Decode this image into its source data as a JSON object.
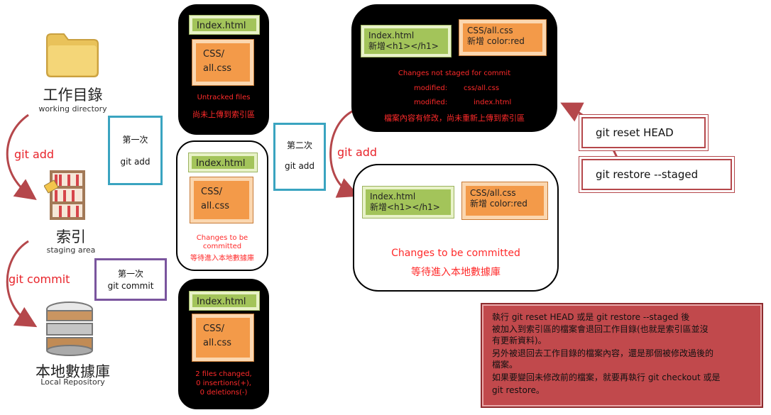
{
  "left": {
    "working_title": "工作目錄",
    "working_sub": "working directory",
    "staging_title": "索引",
    "staging_sub": "staging area",
    "repo_title": "本地數據庫",
    "repo_sub": "Local Repository",
    "git_add": "git add",
    "git_commit": "git commit"
  },
  "steps": {
    "first_add_title": "第一次",
    "first_add_cmd": "git add",
    "second_add_title": "第二次",
    "second_add_cmd": "git add",
    "first_commit_title": "第一次",
    "first_commit_cmd": "git commit"
  },
  "panel1": {
    "file_html": "Index.html",
    "file_css_line1": "CSS/",
    "file_css_line2": "all.css",
    "status_line1": "Untracked files",
    "status_line2": "尚未上傳到索引區"
  },
  "panel2": {
    "file_html": "Index.html",
    "file_css_line1": "CSS/",
    "file_css_line2": "all.css",
    "status_line1": "Changes to be",
    "status_line2": "committed",
    "status_line3": "等待進入本地數據庫"
  },
  "panel3": {
    "file_html": "Index.html",
    "file_css_line1": "CSS/",
    "file_css_line2": "all.css",
    "status_line1": "2 files changed,",
    "status_line2": "0 insertions(+),",
    "status_line3": "0 deletions(-)"
  },
  "panel_top_right": {
    "file_html_line1": "Index.html",
    "file_html_line2": "新增<h1></h1>",
    "file_css_line1": "CSS/all.css",
    "file_css_line2": "新增 color:red",
    "status_line1": "Changes not staged for commit",
    "status_line2_key": "modified:",
    "status_line2_val": "css/all.css",
    "status_line3_key": "modified:",
    "status_line3_val": "index.html",
    "status_line4": "檔案內容有修改，尚未重新上傳到索引區"
  },
  "panel_mid_right": {
    "git_add": "git add",
    "file_html_line1": "Index.html",
    "file_html_line2": "新增<h1></h1>",
    "file_css_line1": "CSS/all.css",
    "file_css_line2": "新增 color:red",
    "status_line1": "Changes to be committed",
    "status_line2": "等待進入本地數據庫"
  },
  "commands": {
    "reset": "git reset HEAD",
    "restore": "git restore --staged"
  },
  "note": {
    "line1": "執行 git reset HEAD 或是 git restore --staged 後",
    "line2": "被加入到索引區的檔案會退回工作目錄(也就是索引區並沒",
    "line3": "有更新資料)。",
    "line4": "另外被退回去工作目錄的檔案內容，還是那個被修改過後的",
    "line5": "檔案。",
    "line6": "如果要變回未修改前的檔案，就要再執行 git checkout 或是",
    "line7": "git restore。"
  },
  "colors": {
    "red": "#e8242b",
    "teal_border": "#3aa4c0",
    "purple_border": "#7a559e",
    "note_bg": "#c1494c"
  },
  "icons": [
    "folder-icon",
    "bookshelf-icon",
    "database-icon",
    "curved-arrow-icon"
  ]
}
